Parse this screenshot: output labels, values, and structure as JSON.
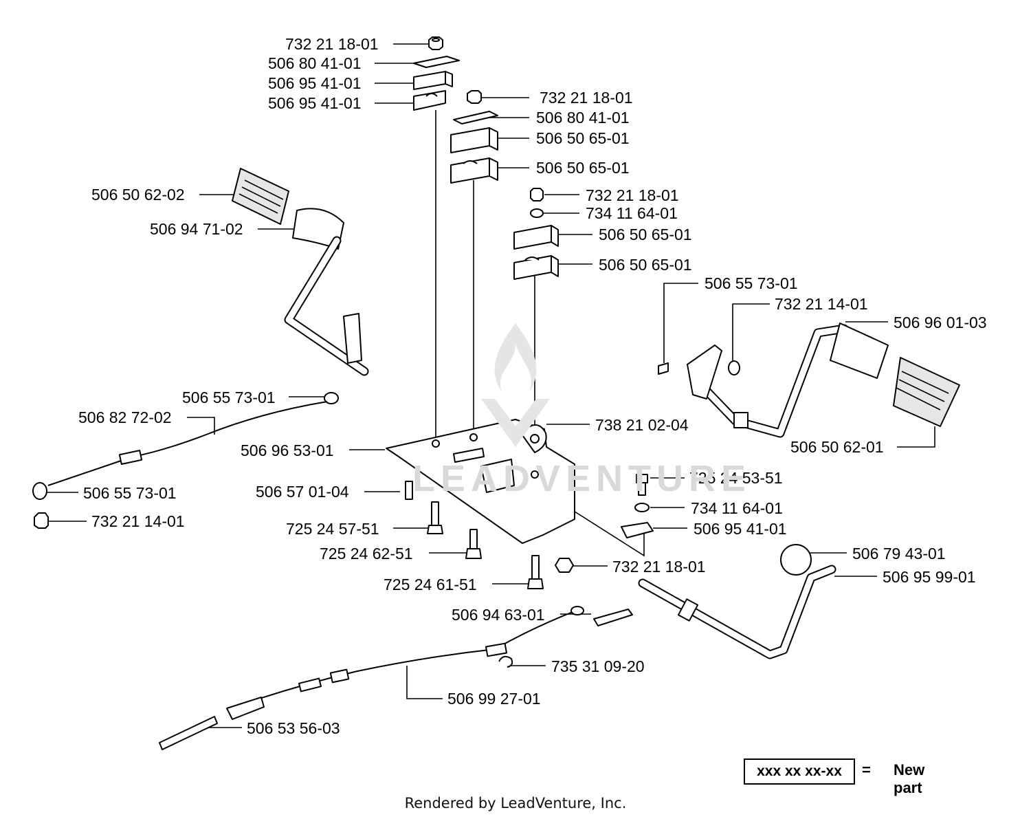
{
  "labels": {
    "nut_top": "732 21 18-01",
    "plate_top": "506 80 41-01",
    "block_top_a": "506 95 41-01",
    "block_top_b": "506 95 41-01",
    "nut_mid": "732 21 18-01",
    "plate_mid": "506 80 41-01",
    "block_mid_a": "506 50 65-01",
    "block_mid_b": "506 50 65-01",
    "pedal_pad_left": "506 50 62-02",
    "pedal_arm_left": "506 94 71-02",
    "nut_right": "732 21 18-01",
    "washer_right": "734 11 64-01",
    "block_right_a": "506 50 65-01",
    "block_right_b": "506 50 65-01",
    "bolt_bracket": "506 55 73-01",
    "nut_bracket": "732 21 14-01",
    "pedal_arm_right": "506 96 01-03",
    "cable_end_top": "506 55 73-01",
    "cable_left": "506 82 72-02",
    "base_plate": "506 96 53-01",
    "pin_bracket": "738 21 02-04",
    "pedal_pad_right": "506 50 62-01",
    "cable_end_bottom": "506 55 73-01",
    "bolt_small": "506 57 01-04",
    "nut_cable": "732 21 14-01",
    "bolt_right": "725 24 53-51",
    "washer_lower": "734 11 64-01",
    "bolt_a": "725 24 57-51",
    "block_lower": "506 95 41-01",
    "bolt_b": "725 24 62-51",
    "knob": "506 79 43-01",
    "nut_lower": "732 21 18-01",
    "lever": "506 95 99-01",
    "bolt_c": "725 24 61-51",
    "spring_top": "506 94 63-01",
    "clip": "735 31 09-20",
    "cable_lower": "506 99 27-01",
    "spring_bottom": "506 53 56-03"
  },
  "legend": {
    "box": "xxx xx xx-xx",
    "equals": "=",
    "label": "New part"
  },
  "footer": "Rendered by LeadVenture, Inc."
}
